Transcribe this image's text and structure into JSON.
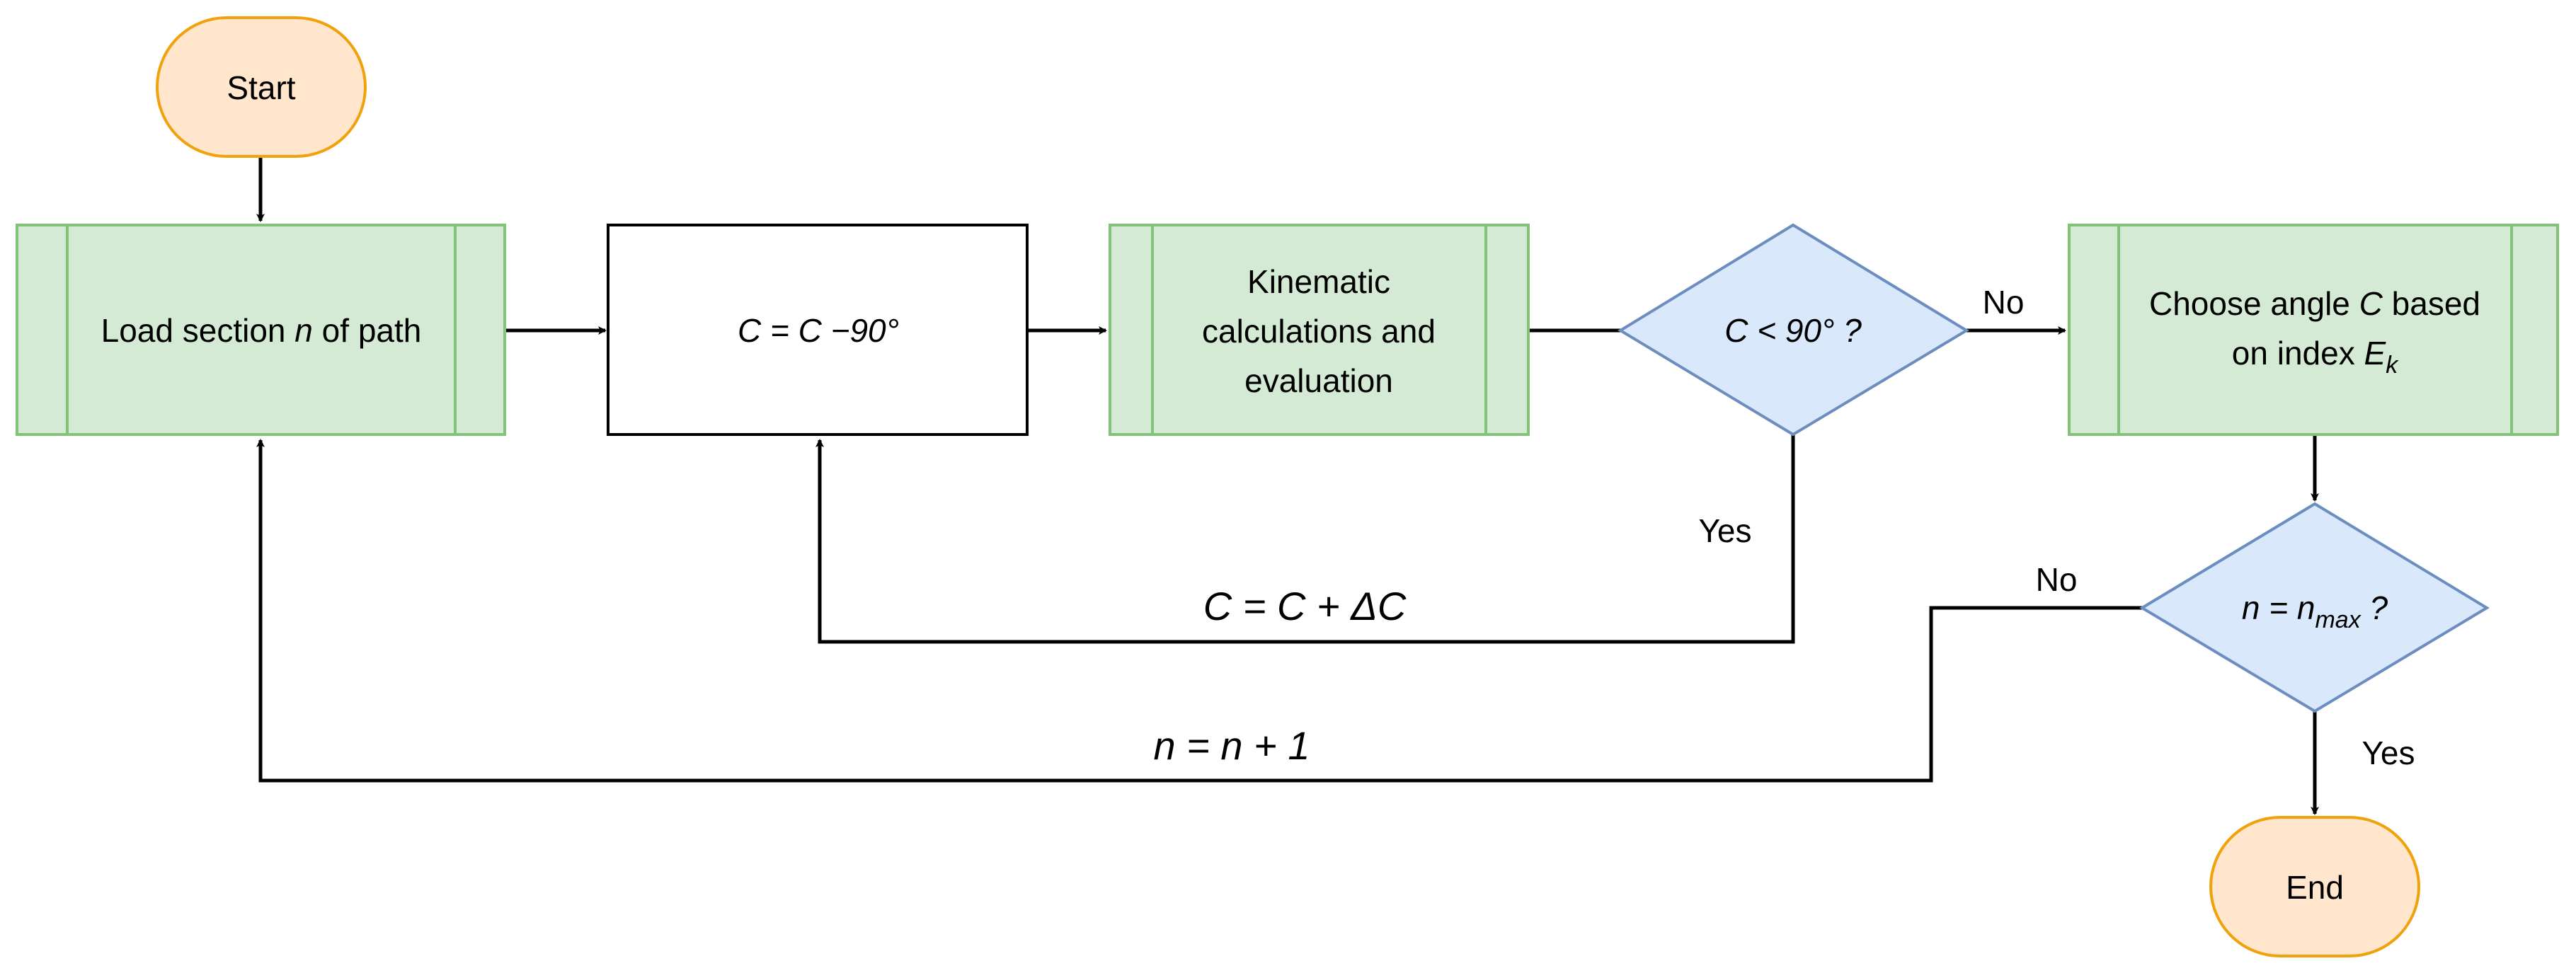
{
  "colors": {
    "terminal_fill": "#ffe6cc",
    "terminal_stroke": "#f0a20c",
    "subprocess_fill": "#d5ead4",
    "subprocess_stroke": "#82c279",
    "decision_fill": "#dae8fc",
    "decision_stroke": "#6c8ebf",
    "process_fill": "#ffffff",
    "line": "#000000"
  },
  "nodes": {
    "start": {
      "type": "terminal",
      "label": "Start"
    },
    "load_section": {
      "type": "subprocess",
      "label_parts": [
        "Load section ",
        "n",
        " of path"
      ]
    },
    "rotate": {
      "type": "process",
      "label": "C = C −90°"
    },
    "kinematic": {
      "type": "subprocess",
      "lines": [
        "Kinematic",
        "calculations and",
        "evaluation"
      ]
    },
    "angle_check": {
      "type": "decision",
      "label": "C < 90° ?"
    },
    "choose_angle": {
      "type": "subprocess",
      "line1_parts": [
        "Choose angle ",
        "C",
        " based"
      ],
      "line2_parts": [
        "on index ",
        "E",
        "k"
      ]
    },
    "n_check": {
      "type": "decision",
      "label_parts": [
        "n = n",
        "max",
        " ?"
      ]
    },
    "end": {
      "type": "terminal",
      "label": "End"
    }
  },
  "edges": {
    "angle_no": "No",
    "angle_yes": "Yes",
    "increment_c": "C = C + ΔC",
    "n_no": "No",
    "n_yes": "Yes",
    "increment_n": "n = n + 1"
  }
}
